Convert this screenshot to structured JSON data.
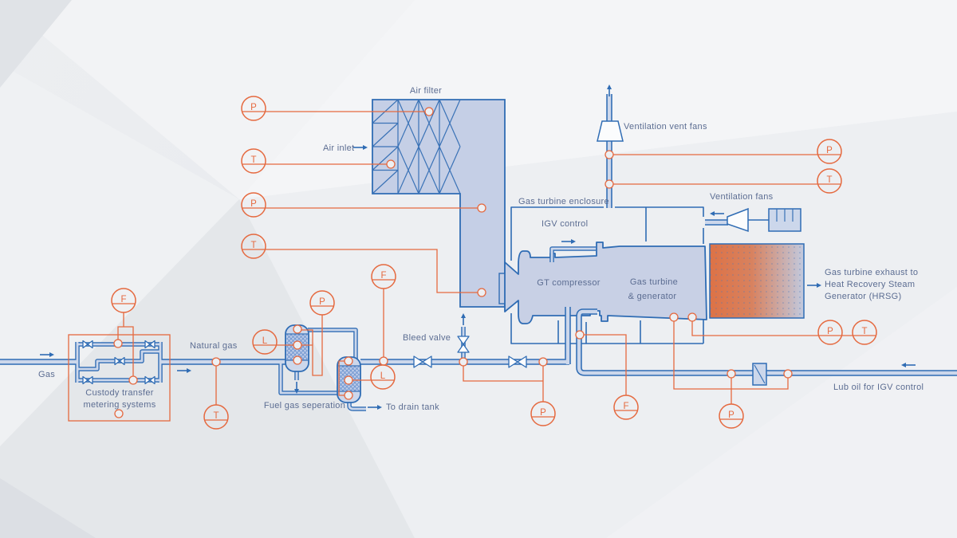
{
  "labels": {
    "air_filter": "Air filter",
    "air_inlet": "Air inlet",
    "ventilation_vent_fans": "Ventilation vent fans",
    "ventilation_fans": "Ventilation fans",
    "gas_turbine_enclosure": "Gas turbine enclosure",
    "igv_control": "IGV control",
    "gt_compressor": "GT compressor",
    "gas_turbine_line1": "Gas turbine",
    "gas_turbine_line2": "& generator",
    "exhaust_line1": "Gas turbine exhaust to",
    "exhaust_line2": "Heat Recovery Steam",
    "exhaust_line3": "Generator (HRSG)",
    "natural_gas": "Natural gas",
    "gas": "Gas",
    "custody_line1": "Custody transfer",
    "custody_line2": "metering systems",
    "fuel_gas_seperation": "Fuel gas seperation",
    "to_drain_tank": "To drain tank",
    "bleed_valve": "Bleed valve",
    "lub_oil": "Lub oil for IGV control"
  },
  "colors": {
    "blue": "#2f6cb4",
    "orange": "#e5693f",
    "pipe_fill": "#ccd7eb",
    "body_fill": "#c8d0e5",
    "text": "#5c6d92",
    "exhaust_hot": "#dd7246",
    "exhaust_cool": "#c2cadf"
  },
  "instruments": [
    {
      "name": "air-filter-pressure",
      "label": "P"
    },
    {
      "name": "air-filter-temperature",
      "label": "T"
    },
    {
      "name": "inlet-duct-pressure",
      "label": "P"
    },
    {
      "name": "inlet-duct-temperature",
      "label": "T"
    },
    {
      "name": "custody-metering-flow",
      "label": "F"
    },
    {
      "name": "natural-gas-temperature",
      "label": "T"
    },
    {
      "name": "separator-1-level",
      "label": "L"
    },
    {
      "name": "separator-pressure",
      "label": "P"
    },
    {
      "name": "fuel-gas-flow",
      "label": "F"
    },
    {
      "name": "separator-2-level",
      "label": "L"
    },
    {
      "name": "fuel-supply-pressure",
      "label": "P"
    },
    {
      "name": "fuel-to-turbine-flow",
      "label": "F"
    },
    {
      "name": "lub-oil-pressure",
      "label": "P"
    },
    {
      "name": "exhaust-pressure",
      "label": "P"
    },
    {
      "name": "exhaust-temperature",
      "label": "T"
    },
    {
      "name": "ventilation-pressure",
      "label": "P"
    },
    {
      "name": "ventilation-temperature",
      "label": "T"
    }
  ]
}
